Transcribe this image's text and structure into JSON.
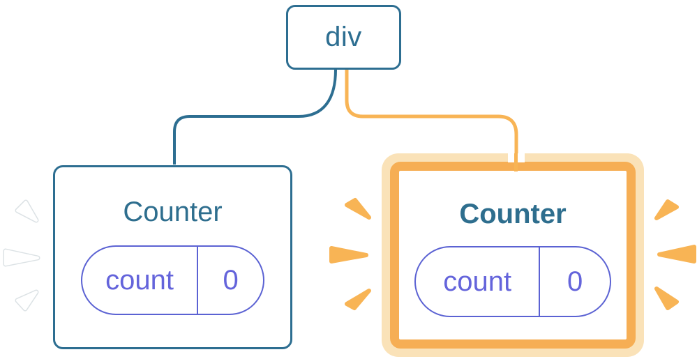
{
  "colors": {
    "blue": "#2D6E91",
    "teal_text": "#2E6E8E",
    "purple": "#5B62D3",
    "purple_text": "#6464DB",
    "orange_border": "#F6AE54",
    "orange_glow": "#FAE2B8",
    "orange_accent": "#F8B455"
  },
  "tree": {
    "root": {
      "label": "div"
    },
    "children": [
      {
        "title": "Counter",
        "state": {
          "key": "count",
          "value": "0"
        },
        "highlighted": false
      },
      {
        "title": "Counter",
        "state": {
          "key": "count",
          "value": "0"
        },
        "highlighted": true
      }
    ]
  }
}
